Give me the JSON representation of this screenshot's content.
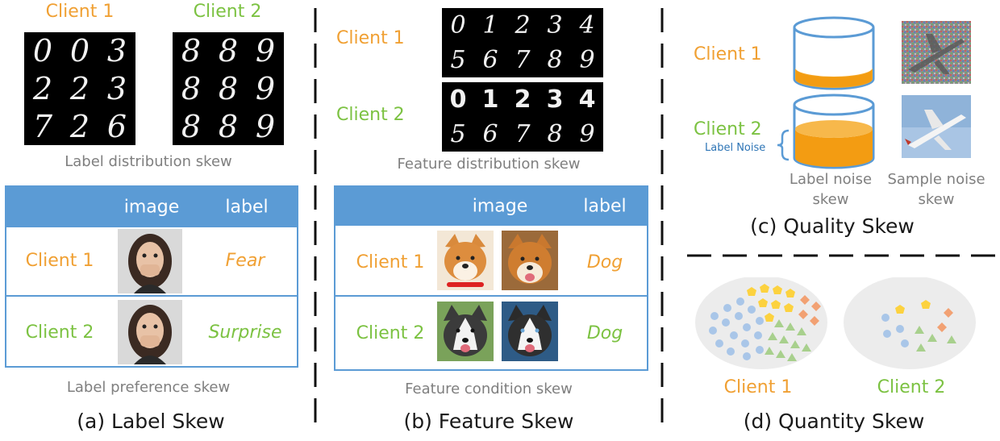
{
  "label_skew": {
    "client1": "Client 1",
    "client2": "Client 2",
    "digits_client1": [
      "0",
      "0",
      "3",
      "2",
      "2",
      "3",
      "7",
      "2",
      "6"
    ],
    "digits_client2": [
      "8",
      "8",
      "9",
      "8",
      "8",
      "9",
      "8",
      "8",
      "9"
    ],
    "caption_distribution": "Label distribution skew",
    "table": {
      "col_image": "image",
      "col_label": "label",
      "rows": [
        {
          "client": "Client 1",
          "label": "Fear"
        },
        {
          "client": "Client 2",
          "label": "Surprise"
        }
      ]
    },
    "caption_preference": "Label preference skew",
    "title": "(a) Label Skew"
  },
  "feature_skew": {
    "client1": "Client 1",
    "client2": "Client 2",
    "digits_client1": [
      "0",
      "1",
      "2",
      "3",
      "4",
      "5",
      "6",
      "7",
      "8",
      "9"
    ],
    "digits_client2": [
      "0",
      "1",
      "2",
      "3",
      "4",
      "5",
      "6",
      "7",
      "8",
      "9"
    ],
    "caption_distribution": "Feature distribution skew",
    "table": {
      "col_image": "image",
      "col_label": "label",
      "rows": [
        {
          "client": "Client 1",
          "label": "Dog"
        },
        {
          "client": "Client 2",
          "label": "Dog"
        }
      ]
    },
    "caption_condition": "Feature condition skew",
    "title": "(b) Feature Skew"
  },
  "quality_skew": {
    "client1": "Client 1",
    "client2": "Client 2",
    "label_noise_tag": "Label Noise",
    "caption_label_noise_1": "Label noise",
    "caption_label_noise_2": "skew",
    "caption_sample_noise_1": "Sample noise",
    "caption_sample_noise_2": "skew",
    "title": "(c) Quality Skew"
  },
  "quantity_skew": {
    "client1": "Client 1",
    "client2": "Client 2",
    "title": "(d) Quantity Skew"
  },
  "colors": {
    "orange": "#f0a033",
    "green": "#7cc242",
    "table_blue": "#5b9bd5",
    "caption_gray": "#7f7f7f",
    "dot_blue": "#a9c6e8",
    "dot_yellow": "#fcd23f",
    "dot_coral": "#f2a173",
    "dot_green": "#a8d08d"
  }
}
